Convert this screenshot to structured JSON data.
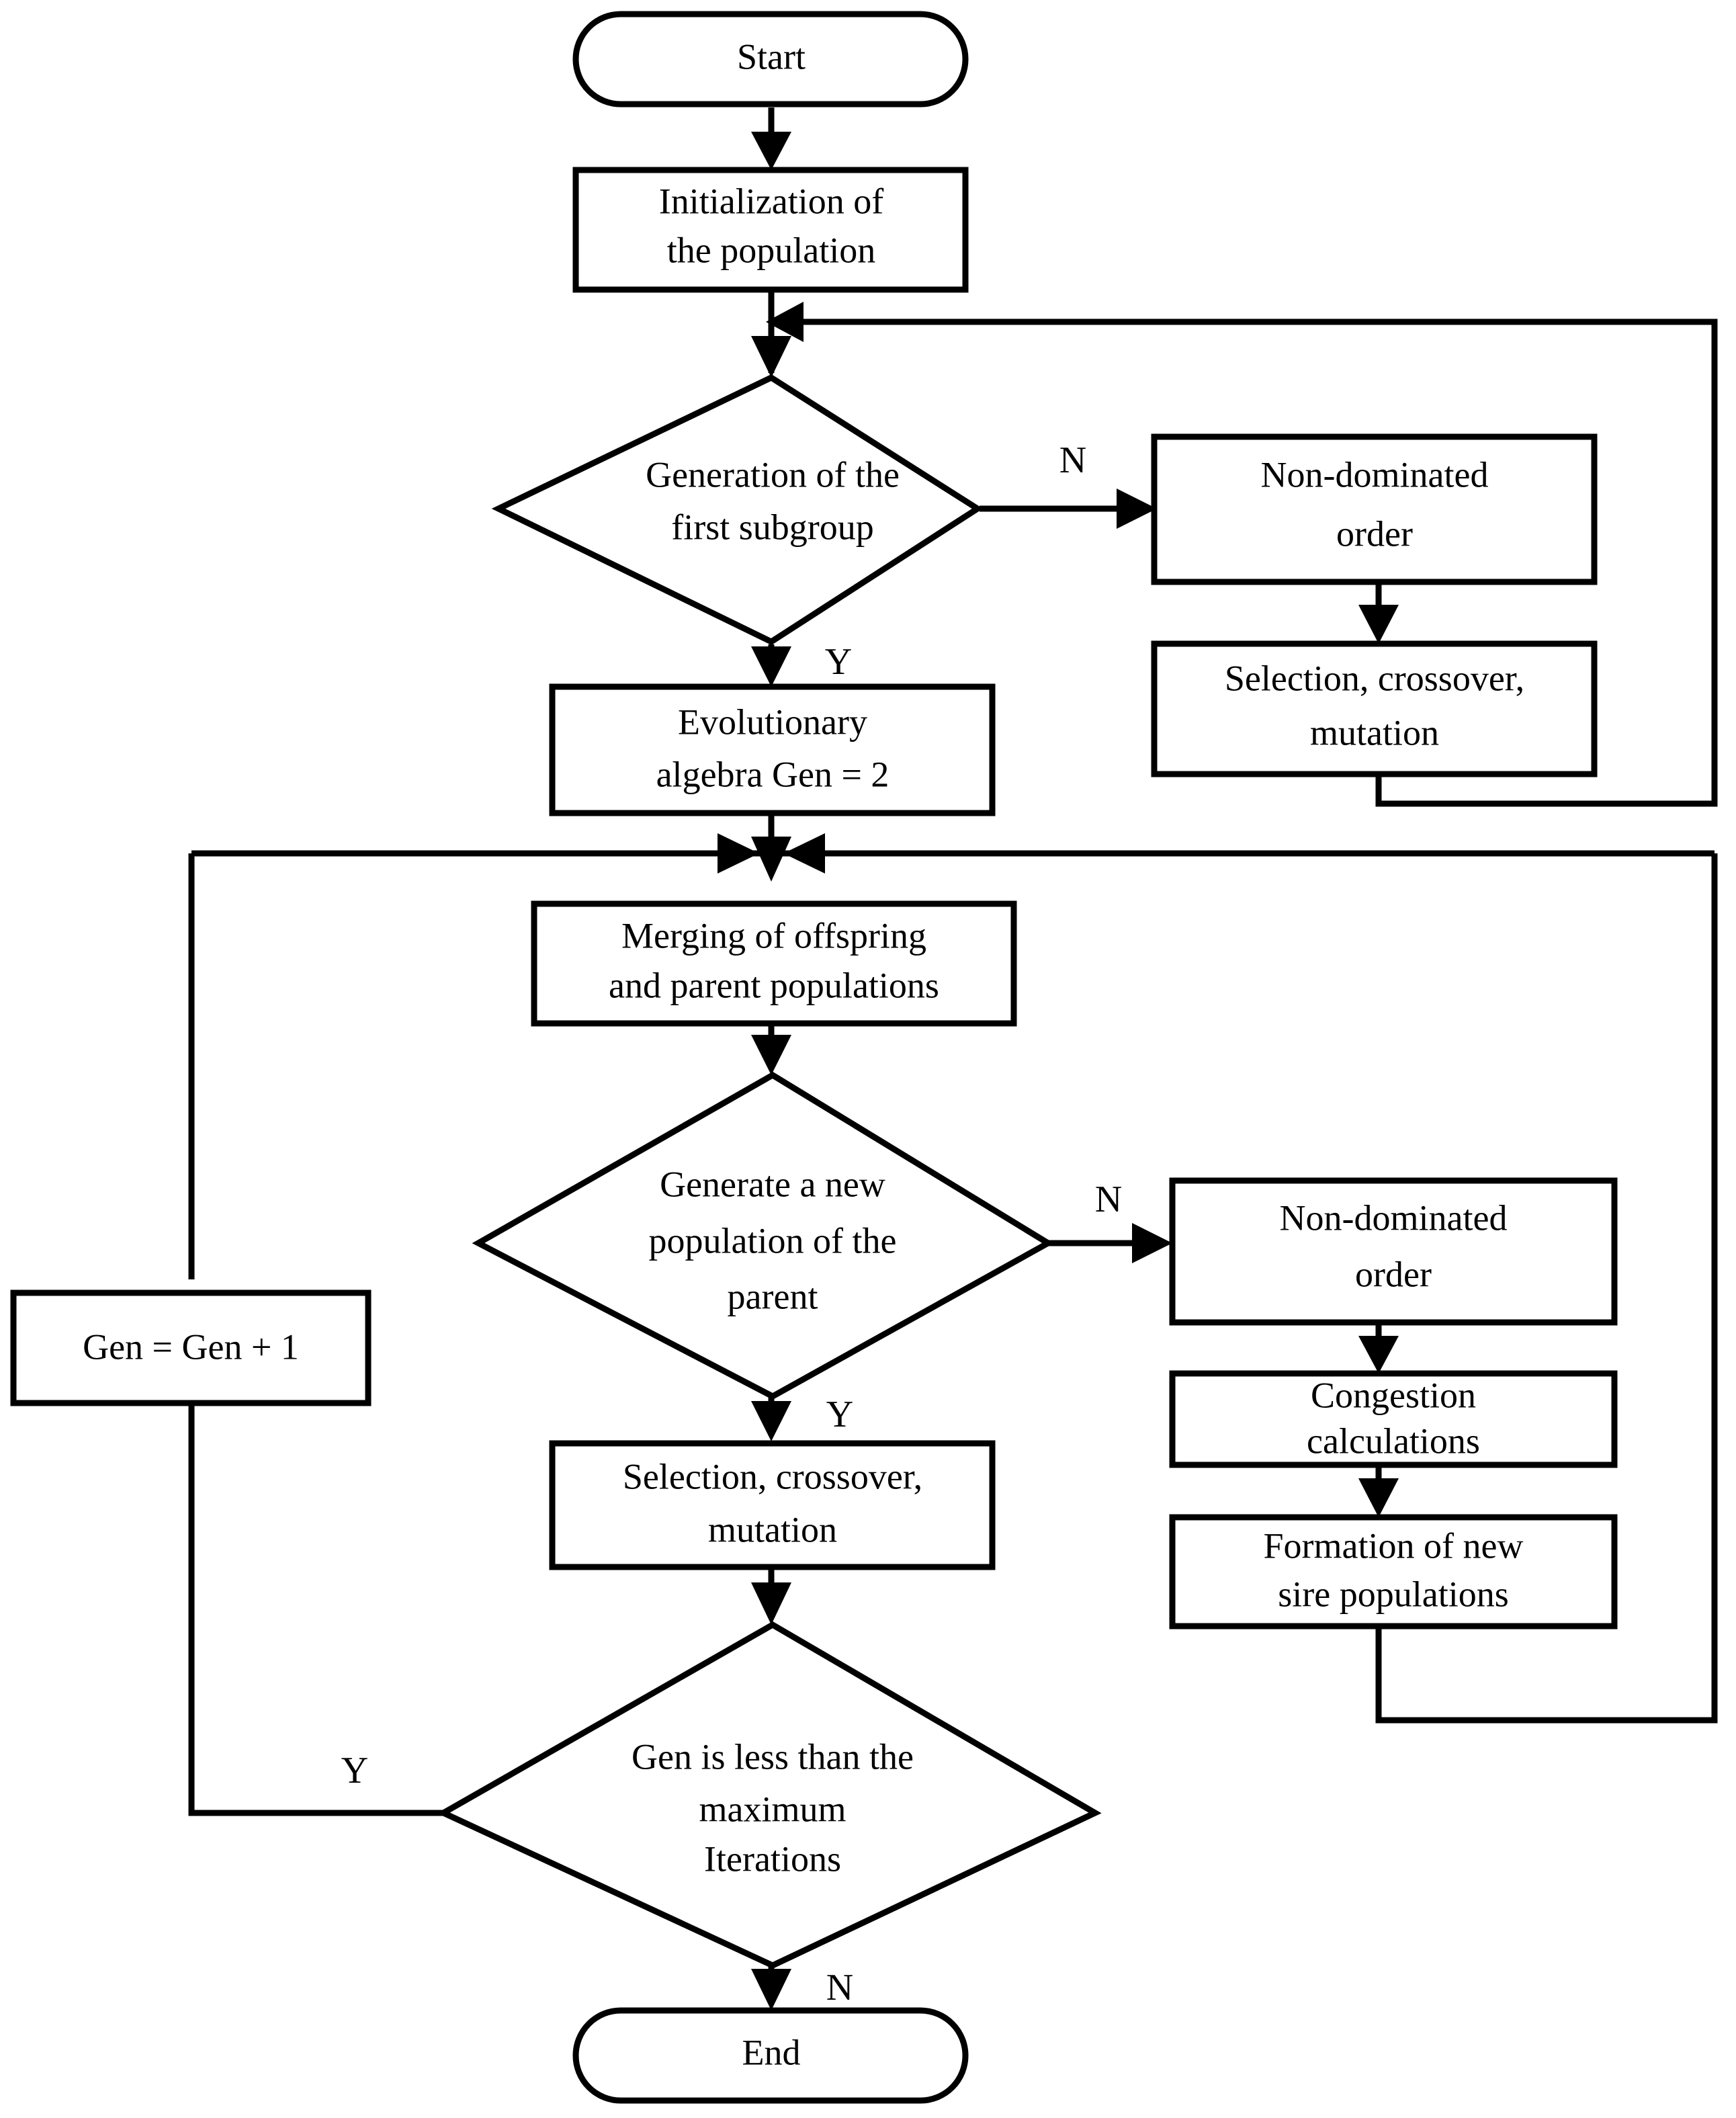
{
  "diagram": {
    "type": "flowchart",
    "title": "NSGA-II style multi-objective genetic algorithm flowchart",
    "colors": {
      "stroke": "#000000",
      "fill": "#ffffff",
      "text": "#000000"
    },
    "nodes": {
      "start": {
        "shape": "terminator",
        "label": "Start"
      },
      "init_population": {
        "shape": "process",
        "line1": "Initialization of",
        "line2": "the population"
      },
      "decision_first_subgroup": {
        "shape": "decision",
        "line1": "Generation of the",
        "line2": "first subgroup"
      },
      "nondominated_order_1": {
        "shape": "process",
        "line1": "Non-dominated",
        "line2": "order"
      },
      "selection_crossover_mutation_1": {
        "shape": "process",
        "line1": "Selection, crossover,",
        "line2": "mutation"
      },
      "evolutionary_algebra": {
        "shape": "process",
        "line1": "Evolutionary",
        "line2": "algebra Gen = 2"
      },
      "merging_populations": {
        "shape": "process",
        "line1": "Merging of offspring",
        "line2": "and parent populations"
      },
      "decision_new_parent_population": {
        "shape": "decision",
        "line1": "Generate a new",
        "line2": "population of the",
        "line3": "parent"
      },
      "nondominated_order_2": {
        "shape": "process",
        "line1": "Non-dominated",
        "line2": "order"
      },
      "congestion_calculations": {
        "shape": "process",
        "line1": "Congestion",
        "line2": "calculations"
      },
      "formation_new_sire": {
        "shape": "process",
        "line1": "Formation of new",
        "line2": "sire populations"
      },
      "gen_increment": {
        "shape": "process",
        "line1": "Gen = Gen + 1"
      },
      "selection_crossover_mutation_2": {
        "shape": "process",
        "line1": "Selection, crossover,",
        "line2": "mutation"
      },
      "decision_max_iterations": {
        "shape": "decision",
        "line1": "Gen is less than the",
        "line2": "maximum",
        "line3": "Iterations"
      },
      "end": {
        "shape": "terminator",
        "label": "End"
      }
    },
    "branch_labels": {
      "first_subgroup_no": "N",
      "first_subgroup_yes": "Y",
      "new_parent_no": "N",
      "new_parent_yes": "Y",
      "max_iterations_yes": "Y",
      "max_iterations_no": "N"
    },
    "edges": [
      {
        "from": "start",
        "to": "init_population",
        "label": ""
      },
      {
        "from": "init_population",
        "to": "decision_first_subgroup",
        "label": ""
      },
      {
        "from": "decision_first_subgroup",
        "to": "nondominated_order_1",
        "label": "N"
      },
      {
        "from": "decision_first_subgroup",
        "to": "evolutionary_algebra",
        "label": "Y"
      },
      {
        "from": "nondominated_order_1",
        "to": "selection_crossover_mutation_1",
        "label": ""
      },
      {
        "from": "selection_crossover_mutation_1",
        "to": "decision_first_subgroup",
        "label": ""
      },
      {
        "from": "evolutionary_algebra",
        "to": "merging_populations",
        "label": ""
      },
      {
        "from": "merging_populations",
        "to": "decision_new_parent_population",
        "label": ""
      },
      {
        "from": "decision_new_parent_population",
        "to": "nondominated_order_2",
        "label": "N"
      },
      {
        "from": "decision_new_parent_population",
        "to": "selection_crossover_mutation_2",
        "label": "Y"
      },
      {
        "from": "nondominated_order_2",
        "to": "congestion_calculations",
        "label": ""
      },
      {
        "from": "congestion_calculations",
        "to": "formation_new_sire",
        "label": ""
      },
      {
        "from": "formation_new_sire",
        "to": "merging_populations",
        "label": ""
      },
      {
        "from": "selection_crossover_mutation_2",
        "to": "decision_max_iterations",
        "label": ""
      },
      {
        "from": "decision_max_iterations",
        "to": "gen_increment",
        "label": "Y"
      },
      {
        "from": "gen_increment",
        "to": "merging_populations",
        "label": ""
      },
      {
        "from": "decision_max_iterations",
        "to": "end",
        "label": "N"
      }
    ]
  }
}
